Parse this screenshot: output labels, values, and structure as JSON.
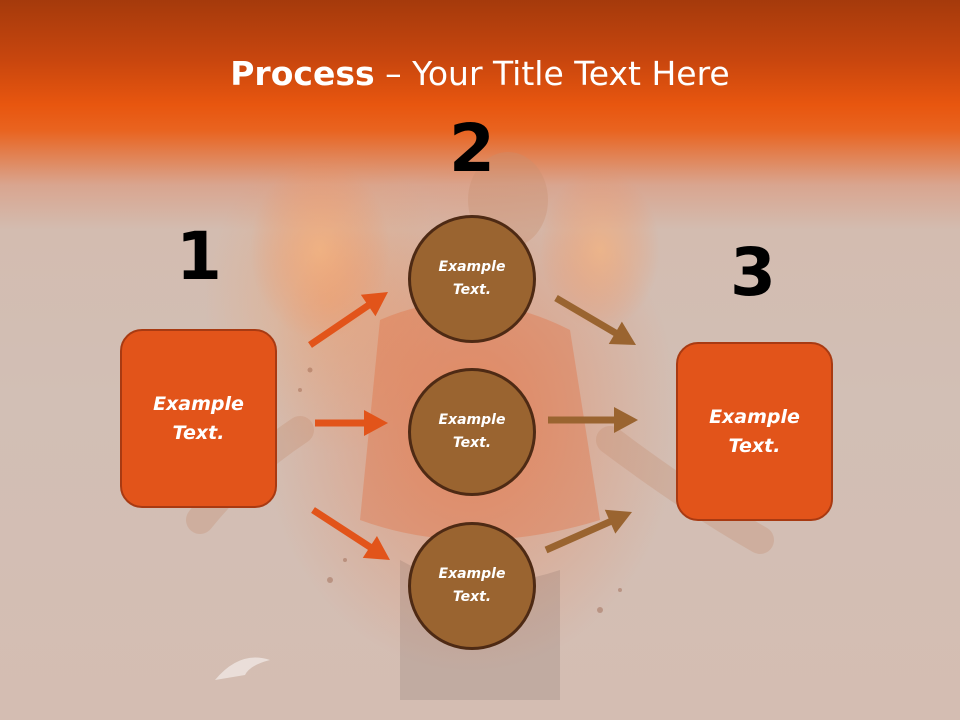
{
  "title": {
    "bold": "Process",
    "rest": " – Your Title Text Here"
  },
  "steps": [
    {
      "number": "1",
      "text": "Example\nText."
    },
    {
      "number": "2",
      "text": ""
    },
    {
      "number": "3",
      "text": "Example\nText."
    }
  ],
  "circles": [
    {
      "text": "Example\nText."
    },
    {
      "text": "Example\nText."
    },
    {
      "text": "Example\nText."
    }
  ],
  "colors": {
    "box_fill": "#e2541a",
    "box_border": "#a83a12",
    "circle_fill": "#9a6430",
    "circle_border": "#4e2a14",
    "arrow_left": "#e2541a",
    "arrow_right": "#9a6430",
    "header": "#e8560f"
  }
}
